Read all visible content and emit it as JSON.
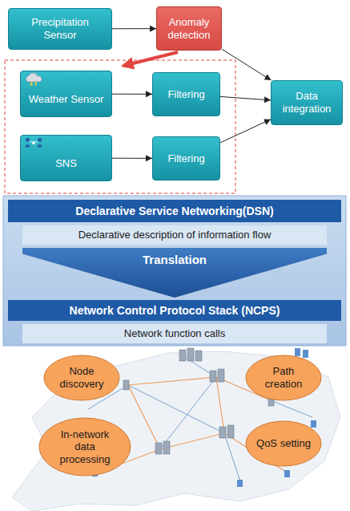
{
  "diagram": {
    "nodes": [
      {
        "text": [
          "Precipitation Sensor"
        ]
      },
      {
        "text": [
          "Anomaly detection"
        ]
      },
      {
        "text": [
          "Weather Sensor"
        ]
      },
      {
        "text": [
          "Filtering"
        ]
      },
      {
        "text": [
          "Data integration"
        ]
      },
      {
        "text": [
          "SNS"
        ]
      },
      {
        "text": [
          "Filtering"
        ]
      },
      {
        "text": [
          "Declarative Service Networking(DSN)"
        ]
      },
      {
        "text": [
          "Declarative description of information flow"
        ]
      },
      {
        "text": [
          "Translation"
        ]
      },
      {
        "text": [
          "Network Control Protocol Stack (NCPS)"
        ]
      },
      {
        "text": [
          "Network function calls"
        ]
      },
      {
        "text": [
          "Node discovery"
        ]
      },
      {
        "text": [
          "Path creation"
        ]
      },
      {
        "text": [
          "In-network data processing"
        ]
      },
      {
        "text": [
          "QoS setting"
        ]
      }
    ],
    "edges": [
      {
        "from": 0,
        "to": 1,
        "arrow": "to"
      },
      {
        "from": 1,
        "to": 4,
        "arrow": "to"
      },
      {
        "from": 2,
        "to": 3,
        "arrow": "to"
      },
      {
        "from": 3,
        "to": 4,
        "arrow": "to"
      },
      {
        "from": 5,
        "to": 6,
        "arrow": "to"
      },
      {
        "from": 6,
        "to": 4,
        "arrow": "to"
      }
    ]
  }
}
